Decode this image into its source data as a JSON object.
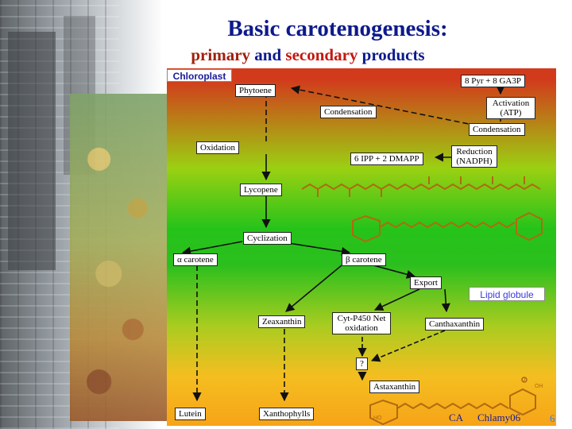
{
  "title": "Basic carotenogenesis:",
  "subtitle": {
    "primary": "primary",
    "and": "and",
    "secondary": "secondary",
    "products": "products"
  },
  "labels": {
    "chloroplast": "Chloroplast",
    "lipid_globule": "Lipid globule"
  },
  "nodes": {
    "pyr_ga3p": "8 Pyr + 8 GA3P",
    "phytoene": "Phytoene",
    "activation": "Activation (ATP)",
    "condensation_1": "Condensation",
    "condensation_2": "Condensation",
    "oxidation": "Oxidation",
    "ipp_dmapp": "6 IPP + 2 DMAPP",
    "reduction": "Reduction (NADPH)",
    "lycopene": "Lycopene",
    "cyclization": "Cyclization",
    "alpha_carotene": "α carotene",
    "beta_carotene": "β carotene",
    "export": "Export",
    "zeaxanthin": "Zeaxanthin",
    "cyt_p450": "Cyt-P450 Net oxidation",
    "canthaxanthin": "Canthaxanthin",
    "question": "?",
    "astaxanthin": "Astaxanthin",
    "lutein": "Lutein",
    "xanthophylls": "Xanthophylls"
  },
  "structure_labels": {
    "o": "O",
    "oh_right": "OH",
    "ho_left": "HO"
  },
  "footer": {
    "ca": "CA",
    "event": "Chlamy06",
    "page": "6"
  },
  "colors": {
    "title": "#0d1a8c",
    "primary": "#a0200c",
    "secondary": "#c4180f",
    "structure": "#b06a10",
    "lipid_text": "#3a3adf"
  }
}
